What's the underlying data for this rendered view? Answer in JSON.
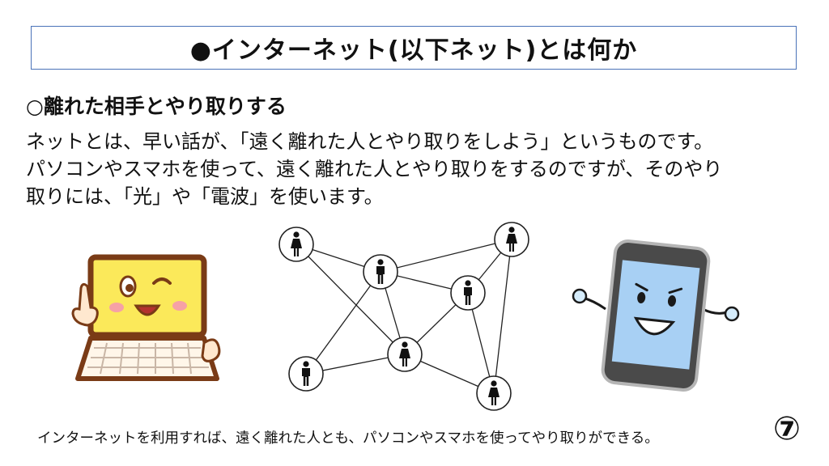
{
  "title": "●インターネット(以下ネット)とは何か",
  "heading": "○離れた相手とやり取りする",
  "body": [
    "ネットとは、早い話が、「遠く離れた人とやり取りをしよう」というものです。",
    "パソコンやスマホを使って、遠く離れた人とやり取りをするのですが、そのやり",
    "取りには、「光」や「電波」を使います。"
  ],
  "caption": "インターネットを利用すれば、遠く離れた人とも、パソコンやスマホを使ってやり取りができる。",
  "page_number": "⑦",
  "network": {
    "nodes": [
      {
        "id": "n1",
        "gender": "female"
      },
      {
        "id": "n2",
        "gender": "male"
      },
      {
        "id": "n3",
        "gender": "female"
      },
      {
        "id": "n4",
        "gender": "male"
      },
      {
        "id": "n5",
        "gender": "female"
      },
      {
        "id": "n6",
        "gender": "male"
      },
      {
        "id": "n7",
        "gender": "female"
      }
    ],
    "links": [
      [
        "n1",
        "n2"
      ],
      [
        "n1",
        "n5"
      ],
      [
        "n2",
        "n3"
      ],
      [
        "n2",
        "n4"
      ],
      [
        "n2",
        "n6"
      ],
      [
        "n2",
        "n5"
      ],
      [
        "n3",
        "n4"
      ],
      [
        "n3",
        "n7"
      ],
      [
        "n4",
        "n5"
      ],
      [
        "n4",
        "n7"
      ],
      [
        "n5",
        "n6"
      ],
      [
        "n5",
        "n7"
      ]
    ]
  },
  "colors": {
    "title_border": "#4a72b8",
    "laptop_screen": "#fbe95a",
    "laptop_frame": "#7a3b16",
    "phone_screen": "#a8d0f4",
    "phone_body": "#4a4a4a"
  }
}
